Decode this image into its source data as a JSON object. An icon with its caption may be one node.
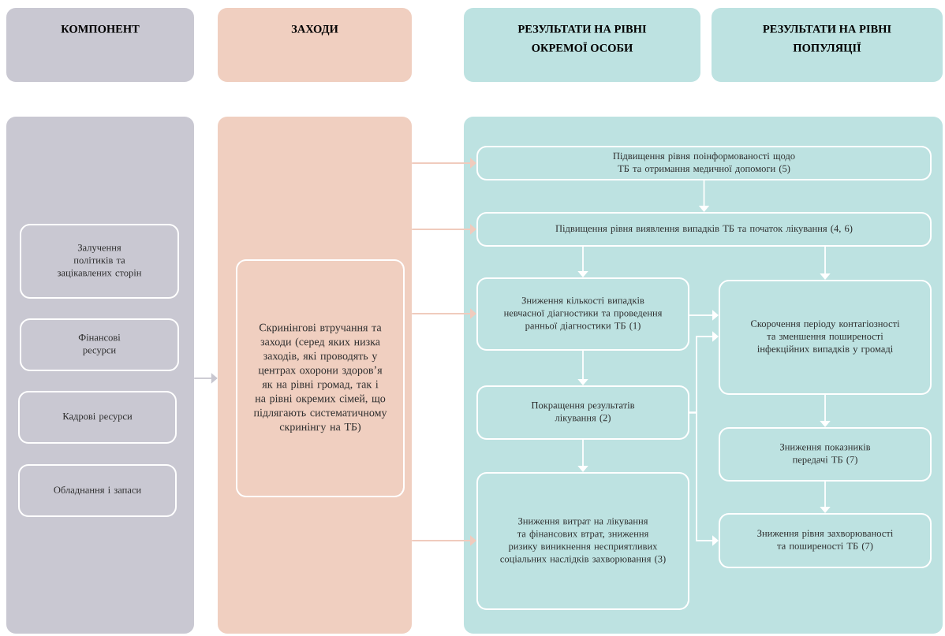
{
  "diagram": {
    "nodes": [
      {
        "text": [
          "КОМПОНЕНТ"
        ]
      },
      {
        "text": [
          "ЗАХОДИ"
        ]
      },
      {
        "text": [
          "РЕЗУЛЬТАТИ НА РІВНІ ОКРЕМОЇ ОСОБИ"
        ]
      },
      {
        "text": [
          "РЕЗУЛЬТАТИ НА РІВНІ ПОПУЛЯЦІЇ"
        ]
      },
      {
        "text": [],
        "shape": "box"
      },
      {
        "text": [
          "Залучення політиків та зацікавлених сторін"
        ],
        "in": 4
      },
      {
        "text": [
          "Фінансові ресурси"
        ],
        "in": 4
      },
      {
        "text": [
          "Кадрові ресурси"
        ],
        "in": 4
      },
      {
        "text": [
          "Обладнання і запаси"
        ],
        "in": 4
      },
      {
        "text": [],
        "shape": "box"
      },
      {
        "text": [
          "Скринінгові втручання та заходи (серед яких низка заходів, які проводять у центрах охорони здоров’я як на рівні громад, так і на рівні окремих сімей, що підлягають систематичному скринінгу на ТБ)"
        ],
        "in": 9
      },
      {
        "text": [],
        "shape": "box"
      },
      {
        "text": [
          "Підвищення рівня поінформованості щодо ТБ та отримання медичної допомоги (5)"
        ],
        "in": 11
      },
      {
        "text": [
          "Підвищення рівня виявлення випадків ТБ та початок лікування (4, 6)"
        ],
        "in": 11
      },
      {
        "text": [
          "Зниження кількості випадків невчасної діагностики та проведення ранньої діагностики ТБ (1)"
        ],
        "in": 11
      },
      {
        "text": [
          "Скорочення періоду контагіозності та зменшення поширеності інфекційних випадків у громаді"
        ],
        "in": 11
      },
      {
        "text": [
          "Покращення результатів лікування (2)"
        ],
        "in": 11
      },
      {
        "text": [
          "Зниження показників передачі ТБ (7)"
        ],
        "in": 11
      },
      {
        "text": [
          "Зниження витрат на лікування та фінансових втрат, зниження ризику виникнення несприятливих соціальних наслідків захворювання (3)"
        ],
        "in": 11
      },
      {
        "text": [
          "Зниження рівня захворюваності та поширеності ТБ (7)"
        ],
        "in": 11
      }
    ],
    "edges": [
      {
        "from": 4,
        "to": 9,
        "arrow": "to",
        "color": "#c8c7d0"
      },
      {
        "from": 9,
        "to": 12,
        "arrow": "to",
        "color": "#f0cbbd"
      },
      {
        "from": 9,
        "to": 13,
        "arrow": "to",
        "color": "#f0cbbd"
      },
      {
        "from": 9,
        "to": 14,
        "arrow": "to",
        "color": "#f0cbbd"
      },
      {
        "from": 9,
        "to": 18,
        "arrow": "to",
        "color": "#f0cbbd"
      },
      {
        "from": 12,
        "to": 13,
        "arrow": "to"
      },
      {
        "from": 13,
        "to": 14,
        "arrow": "to"
      },
      {
        "from": 13,
        "to": 15,
        "arrow": "to"
      },
      {
        "from": 14,
        "to": 15,
        "arrow": "to"
      },
      {
        "from": 14,
        "to": 16,
        "arrow": "to"
      },
      {
        "from": 16,
        "to": 15,
        "arrow": "to"
      },
      {
        "from": 16,
        "to": 18,
        "arrow": "to"
      },
      {
        "from": 16,
        "to": 19,
        "arrow": "to"
      },
      {
        "from": 15,
        "to": 17,
        "arrow": "to"
      },
      {
        "from": 17,
        "to": 19,
        "arrow": "to"
      }
    ]
  }
}
